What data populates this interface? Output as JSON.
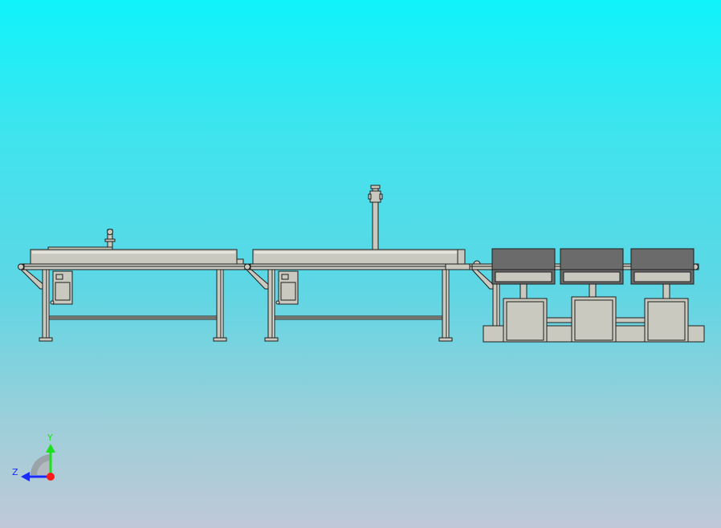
{
  "viewport": {
    "background_top": "#0ff3fb",
    "background_bottom": "#c0c8d8"
  },
  "scene": {
    "model": "conveyor-line-assembly",
    "view": "front",
    "colors": {
      "part_fill": "#c9c9c0",
      "part_edge": "#1e1e1e",
      "dark_panel": "#6b6b6b",
      "highlight": "#e4e4dc"
    },
    "sections": [
      {
        "id": "conveyor-1",
        "type": "belt-conveyor"
      },
      {
        "id": "conveyor-2",
        "type": "belt-conveyor"
      },
      {
        "id": "sorting-station",
        "type": "three-bay-unit"
      }
    ]
  },
  "triad": {
    "y_label": "Y",
    "z_label": "Z",
    "colors": {
      "y_axis": "#1fe01f",
      "z_axis": "#1a2bff",
      "x_axis": "#ff1a1a",
      "label": "#1a2bff"
    }
  }
}
